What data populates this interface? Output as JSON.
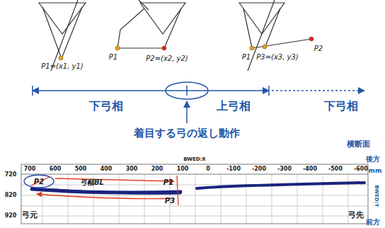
{
  "diagram": {
    "labels": [
      "P1=(x1, y1)",
      "P1",
      "P2=(x2, y2)",
      "P1",
      "P3=(x3, y3)",
      "P2",
      "下弓相",
      "上弓相",
      "下弓相",
      "着目する弓の返し動作",
      "横断面",
      "BWED:X",
      "後方",
      "700",
      "600",
      "500",
      "400",
      "300",
      "200",
      "100",
      "0",
      "-100",
      "-200",
      "-300",
      "-400",
      "-500",
      "-600",
      "mm",
      "720",
      "820",
      "920",
      "BWED:Y",
      "前方",
      "P2",
      "弓幅BL",
      "P1",
      "P3",
      "弓元",
      "弓先"
    ]
  }
}
